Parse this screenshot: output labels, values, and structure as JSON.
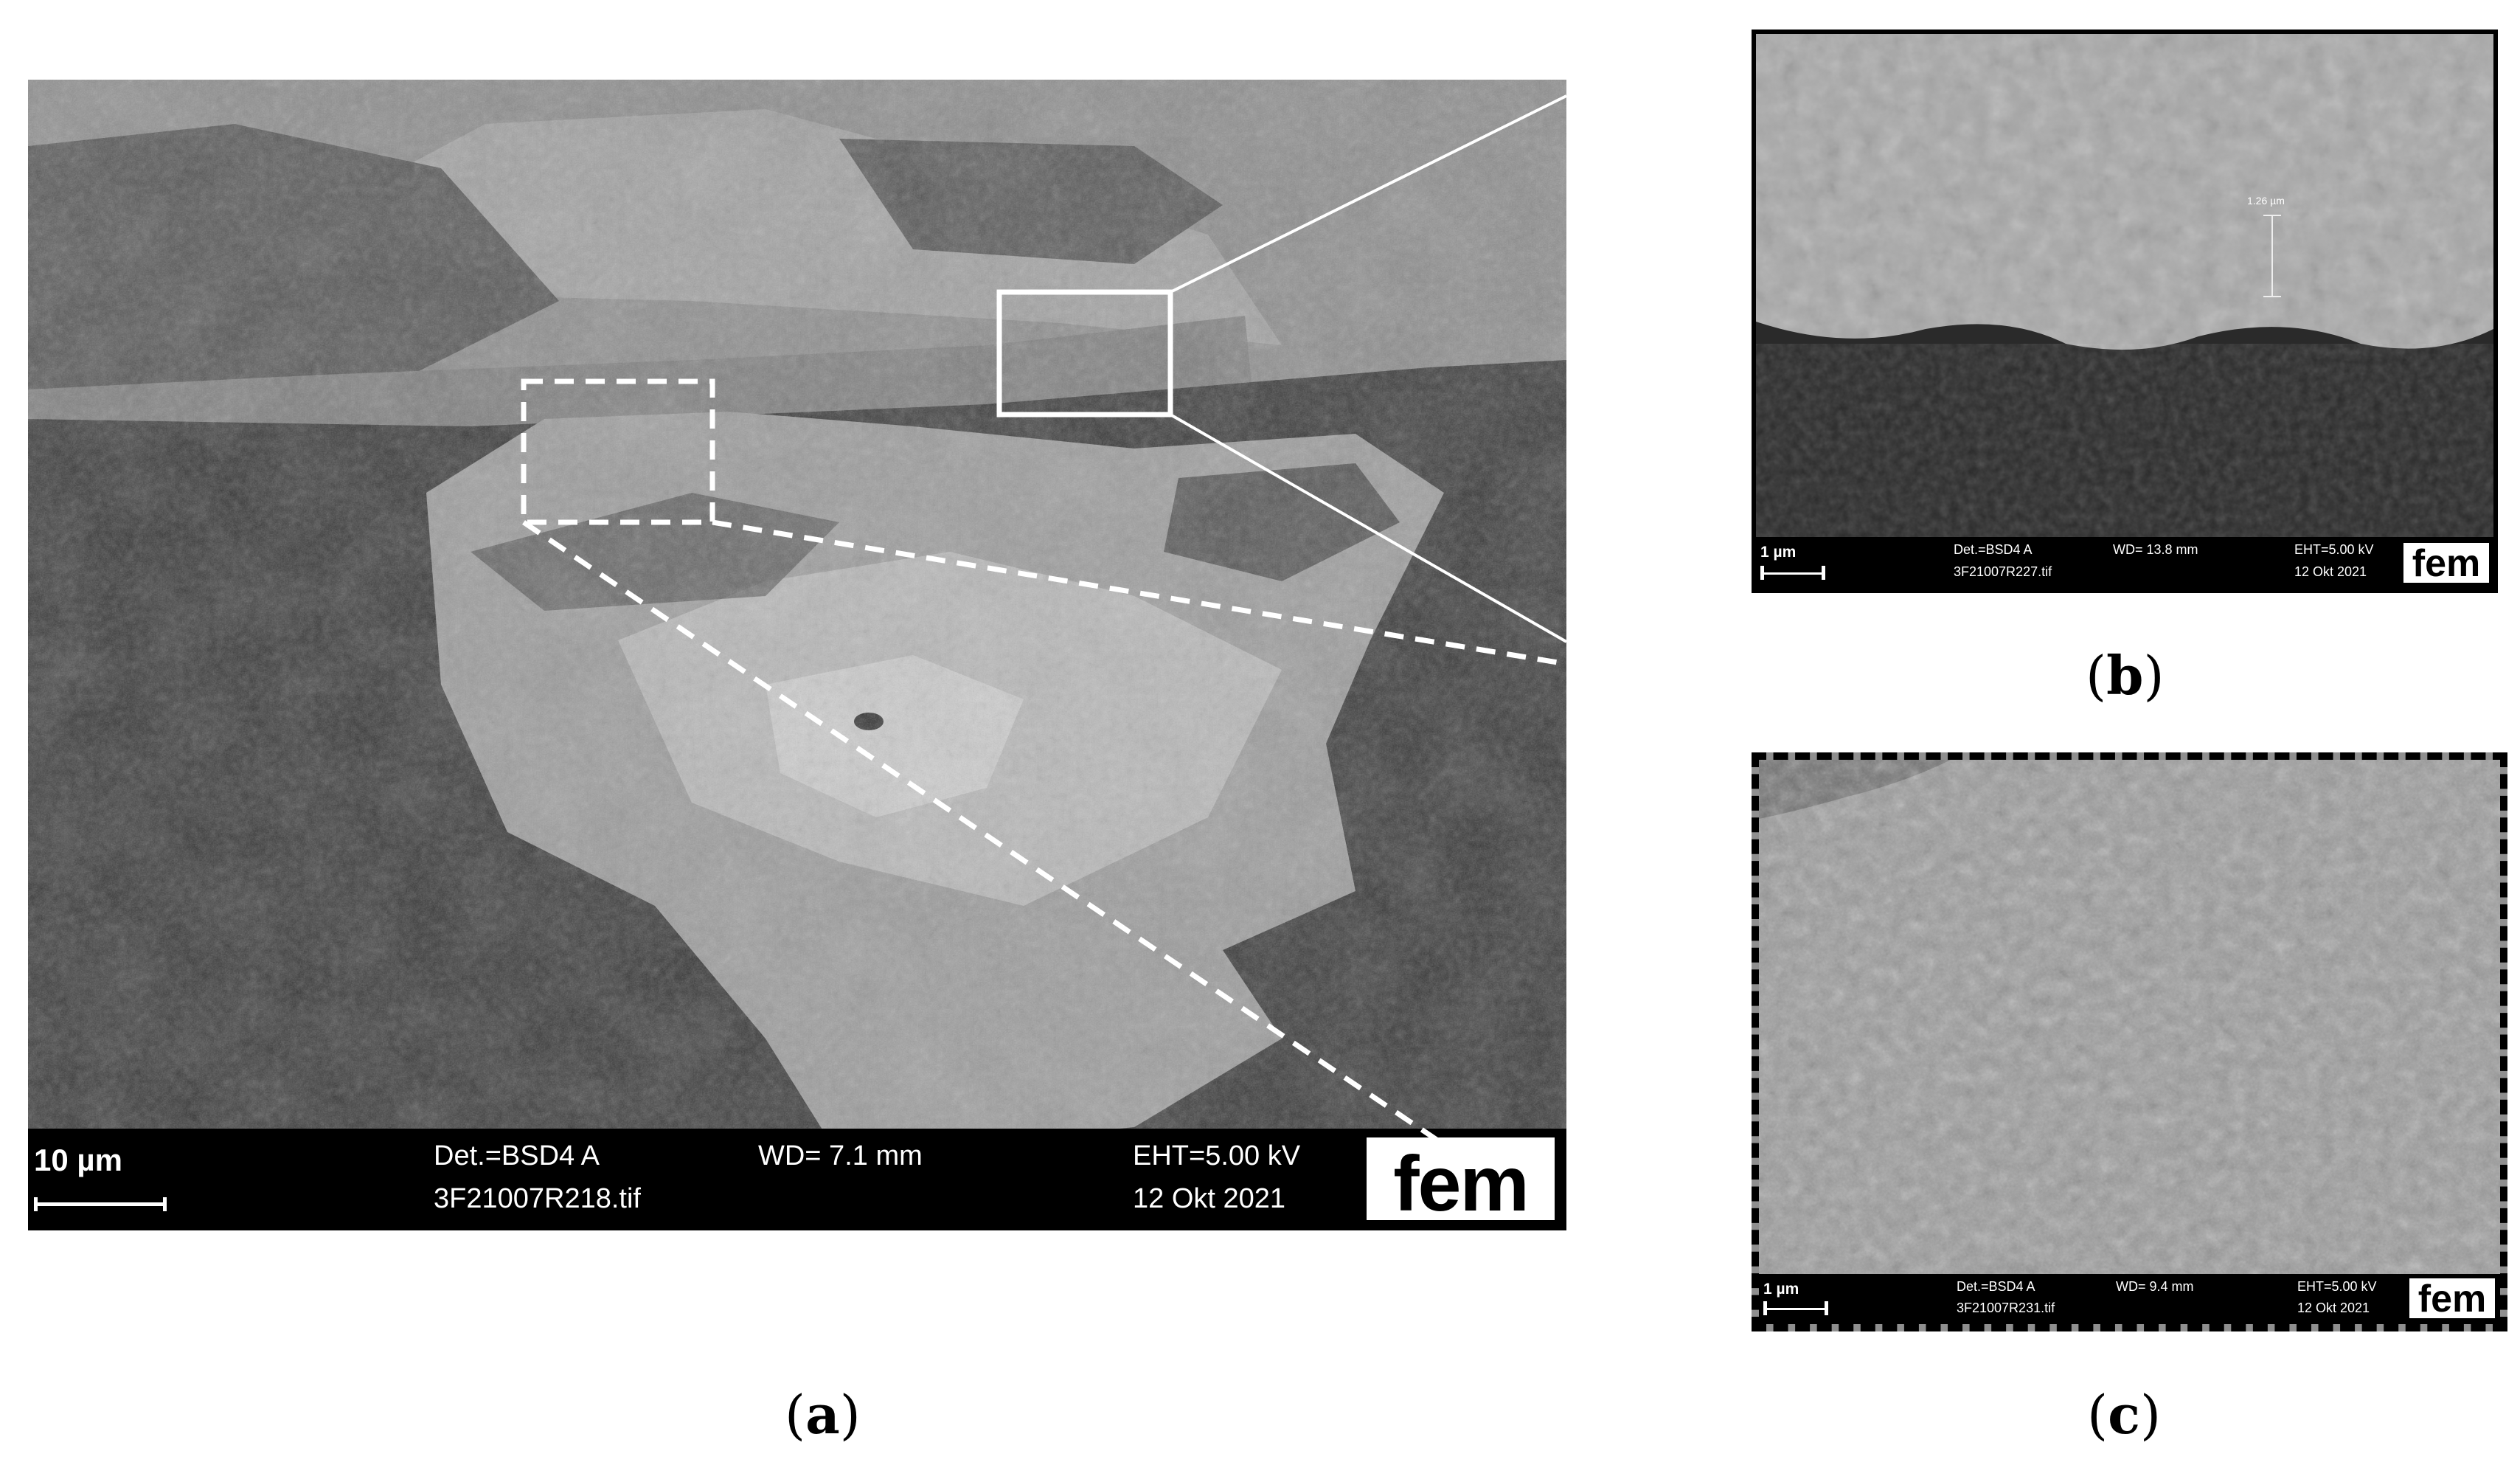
{
  "panel_a": {
    "scale_label": "10 µm",
    "detector": "Det.=BSD4 A",
    "wd": "WD= 7.1 mm",
    "eht": "EHT=5.00 kV",
    "filename": "3F21007R218.tif",
    "date": "12 Okt 2021",
    "logo": "fem",
    "caption_open": "(",
    "caption_letter": "a",
    "caption_close": ")"
  },
  "panel_b": {
    "scale_label": "1 µm",
    "detector": "Det.=BSD4 A",
    "wd": "WD= 13.8 mm",
    "eht": "EHT=5.00 kV",
    "filename": "3F21007R227.tif",
    "date": "12 Okt 2021",
    "logo": "fem",
    "measurement": "1.26 µm",
    "caption_open": "(",
    "caption_letter": "b",
    "caption_close": ")"
  },
  "panel_c": {
    "scale_label": "1 µm",
    "detector": "Det.=BSD4 A",
    "wd": "WD= 9.4 mm",
    "eht": "EHT=5.00 kV",
    "filename": "3F21007R231.tif",
    "date": "12 Okt 2021",
    "logo": "fem",
    "caption_open": "(",
    "caption_letter": "c",
    "caption_close": ")"
  }
}
